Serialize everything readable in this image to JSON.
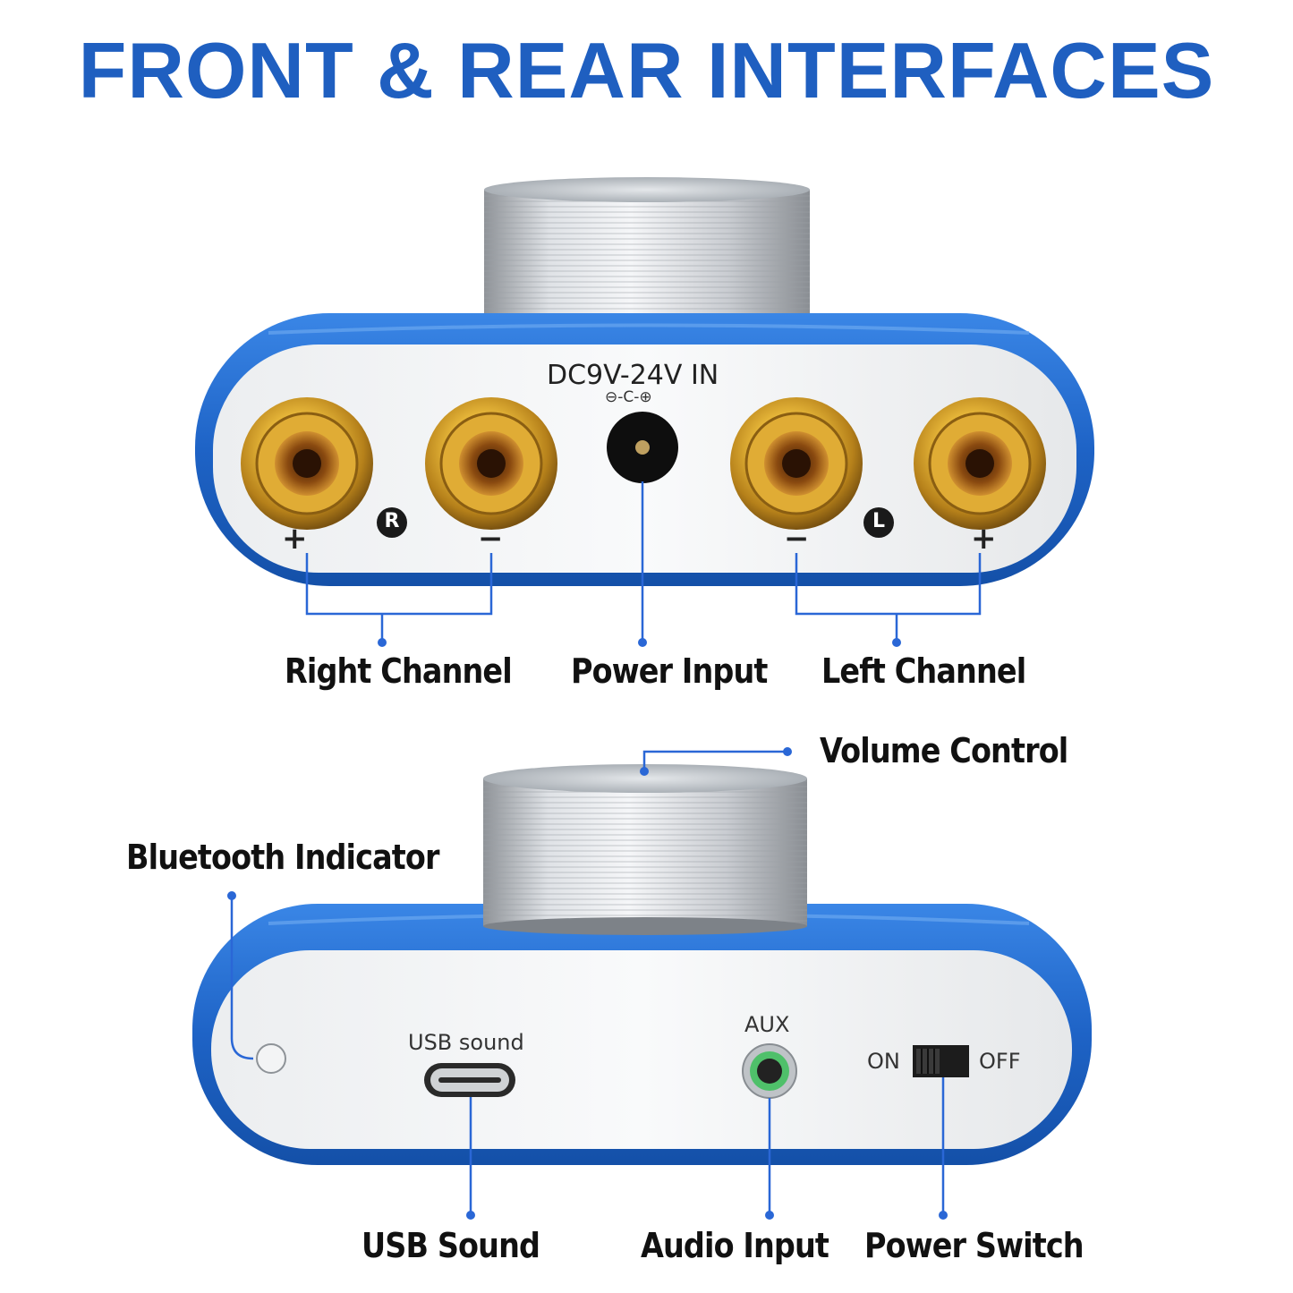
{
  "title": "FRONT & REAR INTERFACES",
  "rear_panel": {
    "power_marking": "DC9V-24V IN",
    "polarity_symbol": "⊖-C-⊕",
    "right_badge": "R",
    "left_badge": "L",
    "right_plus": "+",
    "right_minus": "−",
    "left_minus": "−",
    "left_plus": "+"
  },
  "front_panel": {
    "usb_marking": "USB sound",
    "aux_marking": "AUX",
    "switch_on": "ON",
    "switch_off": "OFF"
  },
  "callouts": {
    "right_channel": "Right Channel",
    "power_input": "Power Input",
    "left_channel": "Left Channel",
    "volume_control": "Volume Control",
    "bluetooth_indicator": "Bluetooth Indicator",
    "usb_sound": "USB Sound",
    "audio_input": "Audio Input",
    "power_switch": "Power Switch"
  },
  "colors": {
    "title": "#1f5fc0",
    "body_blue": "#1e63c6",
    "gold": "#d9a62e",
    "callout_line": "#2a67d6"
  }
}
